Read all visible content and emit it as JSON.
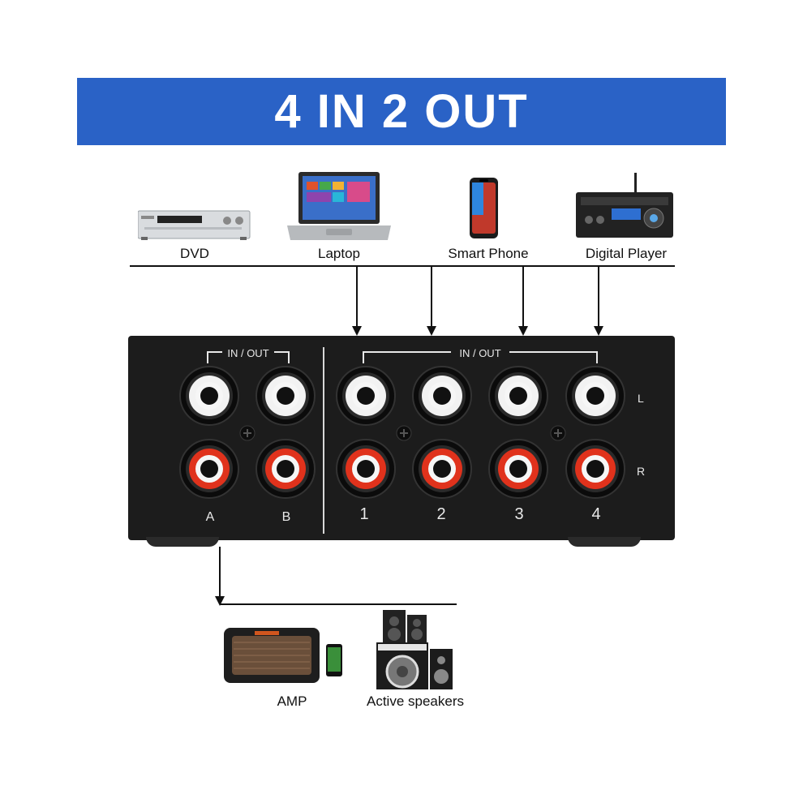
{
  "banner": {
    "title": "4 IN 2 OUT",
    "color": "#2a62c6"
  },
  "sources": [
    {
      "label": "DVD",
      "icon": "dvd-player-icon"
    },
    {
      "label": "Laptop",
      "icon": "laptop-icon"
    },
    {
      "label": "Smart Phone",
      "icon": "smartphone-icon"
    },
    {
      "label": "Digital Player",
      "icon": "digital-player-icon"
    }
  ],
  "panel": {
    "left_group_label": "IN / OUT",
    "right_group_label": "IN / OUT",
    "output_ports": [
      "A",
      "B"
    ],
    "input_ports": [
      "1",
      "2",
      "3",
      "4"
    ],
    "channel_top": "L",
    "channel_bottom": "R",
    "jack_colors": {
      "white": "#f2f2f2",
      "red": "#e0321c"
    }
  },
  "outputs": [
    {
      "label": "AMP",
      "icon": "amplifier-icon"
    },
    {
      "label": "Active speakers",
      "icon": "speakers-icon"
    }
  ]
}
